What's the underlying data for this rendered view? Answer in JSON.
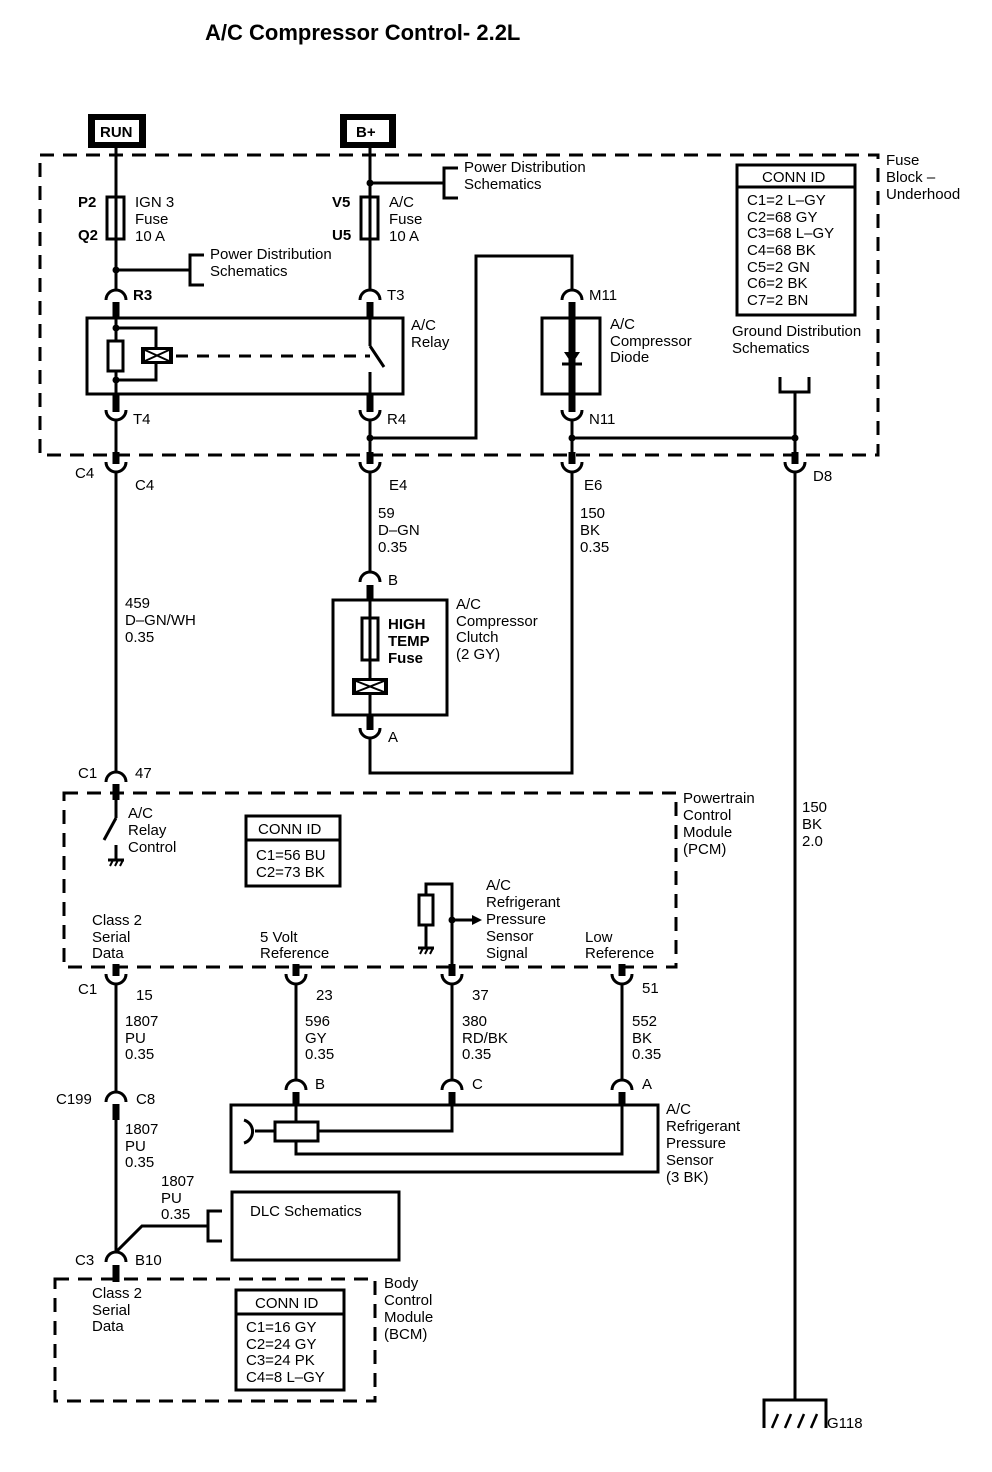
{
  "title": "A/C Compressor Control- 2.2L",
  "power_sources": {
    "run": "RUN",
    "bplus": "B+"
  },
  "fuse_block": {
    "label": [
      "Fuse",
      "Block –",
      "Underhood"
    ],
    "ign3_fuse": {
      "pins": [
        "P2",
        "Q2"
      ],
      "label": [
        "IGN 3",
        "Fuse",
        "10 A"
      ]
    },
    "ac_fuse": {
      "pins": [
        "V5",
        "U5"
      ],
      "label": [
        "A/C",
        "Fuse",
        "10 A"
      ]
    },
    "power_dist_1": [
      "Power Distribution",
      "Schematics"
    ],
    "power_dist_2": [
      "Power Distribution",
      "Schematics"
    ],
    "relay": {
      "label": [
        "A/C",
        "Relay"
      ],
      "pins": {
        "r3": "R3",
        "t3": "T3",
        "t4": "T4",
        "r4": "R4"
      }
    },
    "diode": {
      "label": [
        "A/C",
        "Compressor",
        "Diode"
      ],
      "pins": {
        "m11": "M11",
        "n11": "N11"
      }
    },
    "conn_id": {
      "header": "CONN ID",
      "rows": [
        "C1=2 L–GY",
        "C2=68 GY",
        "C3=68 L–GY",
        "C4=68 BK",
        "C5=2 GN",
        "C6=2 BK",
        "C7=2 BN"
      ]
    },
    "ground_dist": [
      "Ground Distribution",
      "Schematics"
    ]
  },
  "connectors": {
    "c4_left": "C4",
    "c4_right": "C4",
    "e4": "E4",
    "e6": "E6",
    "d8": "D8",
    "pcm_c1_top": "C1",
    "pcm_47": "47",
    "pcm_c1_bottom": "C1",
    "pcm_15": "15",
    "pcm_23": "23",
    "pcm_37": "37",
    "pcm_51": "51",
    "c199": "C199",
    "c8": "C8",
    "c3": "C3",
    "b10": "B10"
  },
  "wires": {
    "w459": [
      "459",
      "D–GN/WH",
      "0.35"
    ],
    "w59": [
      "59",
      "D–GN",
      "0.35"
    ],
    "w150a": [
      "150",
      "BK",
      "0.35"
    ],
    "w150b": [
      "150",
      "BK",
      "2.0"
    ],
    "w1807a": [
      "1807",
      "PU",
      "0.35"
    ],
    "w1807b": [
      "1807",
      "PU",
      "0.35"
    ],
    "w1807c": [
      "1807",
      "PU",
      "0.35"
    ],
    "w596": [
      "596",
      "GY",
      "0.35"
    ],
    "w380": [
      "380",
      "RD/BK",
      "0.35"
    ],
    "w552": [
      "552",
      "BK",
      "0.35"
    ]
  },
  "clutch": {
    "label": [
      "A/C",
      "Compressor",
      "Clutch",
      "(2 GY)"
    ],
    "fuse_label": [
      "HIGH",
      "TEMP",
      "Fuse"
    ],
    "pins": {
      "b": "B",
      "a": "A"
    }
  },
  "pcm": {
    "label": [
      "Powertrain",
      "Control",
      "Module",
      "(PCM)"
    ],
    "relay_control": [
      "A/C",
      "Relay",
      "Control"
    ],
    "conn_id": {
      "header": "CONN ID",
      "rows": [
        "C1=56 BU",
        "C2=73 BK"
      ]
    },
    "class2": [
      "Class 2",
      "Serial",
      "Data"
    ],
    "five_volt": [
      "5 Volt",
      "Reference"
    ],
    "sensor_signal": [
      "A/C",
      "Refrigerant",
      "Pressure",
      "Sensor",
      "Signal"
    ],
    "low_ref": [
      "Low",
      "Reference"
    ]
  },
  "pressure_sensor": {
    "label": [
      "A/C",
      "Refrigerant",
      "Pressure",
      "Sensor",
      "(3 BK)"
    ],
    "pins": {
      "b": "B",
      "c": "C",
      "a": "A"
    }
  },
  "dlc": {
    "label": "DLC Schematics"
  },
  "bcm": {
    "label": [
      "Body",
      "Control",
      "Module",
      "(BCM)"
    ],
    "class2": [
      "Class 2",
      "Serial",
      "Data"
    ],
    "conn_id": {
      "header": "CONN ID",
      "rows": [
        "C1=16 GY",
        "C2=24 GY",
        "C3=24 PK",
        "C4=8 L–GY"
      ]
    }
  },
  "ground": {
    "label": "G118"
  }
}
